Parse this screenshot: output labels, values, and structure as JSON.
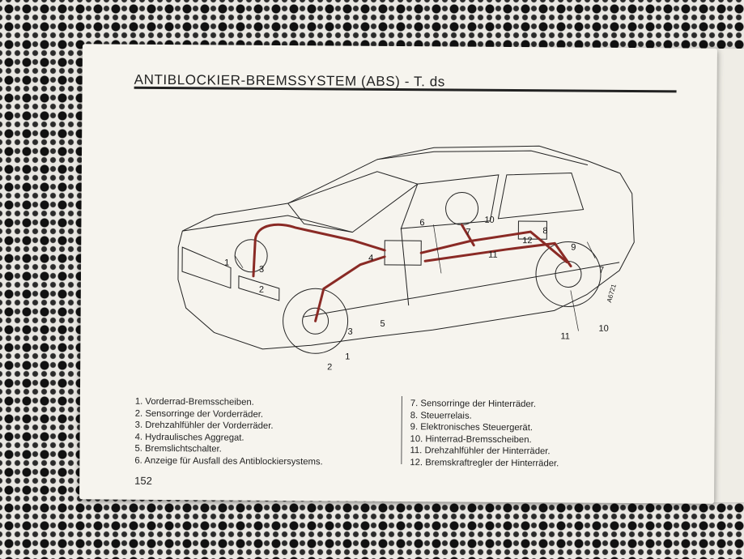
{
  "page": {
    "title": "ANTIBLOCKIER-BREMSSYSTEM (ABS) - T. ds",
    "page_number": "152",
    "diagram_code": "A6721",
    "callouts": [
      "1",
      "2",
      "3",
      "4",
      "5",
      "6",
      "7",
      "8",
      "9",
      "10",
      "11",
      "12"
    ],
    "legend_left": [
      "1.  Vorderrad-Bremsscheiben.",
      "2.  Sensorringe der Vorderräder.",
      "3.  Drehzahlfühler der Vorderräder.",
      "4.  Hydraulisches Aggregat.",
      "5.  Bremslichtschalter.",
      "6.  Anzeige für Ausfall des Antiblockiersystems."
    ],
    "legend_right": [
      "7.  Sensorringe der Hinterräder.",
      "8.  Steuerrelais.",
      "9.  Elektronisches Steuergerät.",
      "10.  Hinterrad-Bremsscheiben.",
      "11.  Drehzahlfühler der Hinterräder.",
      "12.  Bremskraftregler der Hinterräder."
    ]
  },
  "colors": {
    "brake_line": "#8a2a25",
    "ink": "#222222",
    "paper": "#f6f4ee"
  }
}
